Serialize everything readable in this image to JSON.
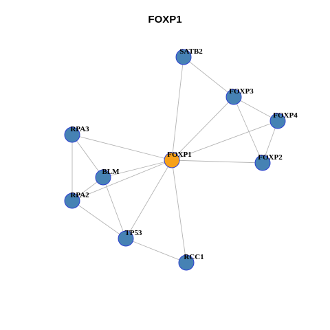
{
  "title": "FOXP1",
  "colors": {
    "node_fill": "#4682b4",
    "node_stroke": "#2d3fd1",
    "hub_fill": "#f7a11a",
    "edge": "#b4b4b4"
  },
  "nodes": [
    {
      "id": "SATB2",
      "label": "SATB2"
    },
    {
      "id": "FOXP3",
      "label": "FOXP3"
    },
    {
      "id": "FOXP4",
      "label": "FOXP4"
    },
    {
      "id": "RPA3",
      "label": "RPA3"
    },
    {
      "id": "FOXP1",
      "label": "FOXP1",
      "hub": true
    },
    {
      "id": "FOXP2",
      "label": "FOXP2"
    },
    {
      "id": "BLM",
      "label": "BLM"
    },
    {
      "id": "RPA2",
      "label": "RPA2"
    },
    {
      "id": "TP53",
      "label": "TP53"
    },
    {
      "id": "RCC1",
      "label": "RCC1"
    }
  ],
  "edges": [
    [
      "FOXP1",
      "SATB2"
    ],
    [
      "FOXP1",
      "FOXP3"
    ],
    [
      "FOXP1",
      "FOXP4"
    ],
    [
      "FOXP1",
      "FOXP2"
    ],
    [
      "FOXP1",
      "RPA3"
    ],
    [
      "FOXP1",
      "BLM"
    ],
    [
      "FOXP1",
      "RPA2"
    ],
    [
      "FOXP1",
      "TP53"
    ],
    [
      "FOXP1",
      "RCC1"
    ],
    [
      "SATB2",
      "FOXP3"
    ],
    [
      "FOXP3",
      "FOXP4"
    ],
    [
      "FOXP3",
      "FOXP2"
    ],
    [
      "FOXP4",
      "FOXP2"
    ],
    [
      "RPA3",
      "BLM"
    ],
    [
      "RPA3",
      "RPA2"
    ],
    [
      "BLM",
      "RPA2"
    ],
    [
      "BLM",
      "TP53"
    ],
    [
      "RPA2",
      "TP53"
    ],
    [
      "TP53",
      "RCC1"
    ]
  ]
}
